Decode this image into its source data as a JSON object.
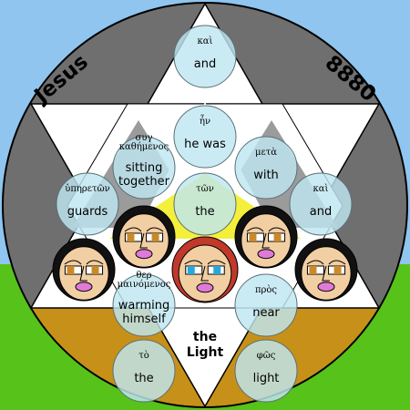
{
  "header": {
    "left_word": "Jesus",
    "right_number": "8880"
  },
  "words": [
    {
      "id": "kai-and-top",
      "greek": "καὶ",
      "english": "and"
    },
    {
      "id": "en-he-was",
      "greek": "ἦν",
      "english": "he was"
    },
    {
      "id": "sugkathemenos",
      "greek": "συγ καθήμενος",
      "english": "sitting together"
    },
    {
      "id": "meta-with",
      "greek": "μετὰ",
      "english": "with"
    },
    {
      "id": "hyperetwn-guards",
      "greek": "ὑπηρετῶν",
      "english": "guards"
    },
    {
      "id": "twn-the",
      "greek": "τῶν",
      "english": "the"
    },
    {
      "id": "kai-and-right",
      "greek": "καὶ",
      "english": "and"
    },
    {
      "id": "thermainomenos",
      "greek": "θερ μαινόμενος",
      "english": "warming himself"
    },
    {
      "id": "pros-near",
      "greek": "πρὸς",
      "english": "near"
    },
    {
      "id": "to-the",
      "greek": "τὸ",
      "english": "the"
    },
    {
      "id": "phws-light",
      "greek": "φῶς",
      "english": "light"
    }
  ],
  "center_caption": [
    "the",
    "Light"
  ],
  "faces": [
    {
      "id": "face-left-far",
      "eye_color": "#c98a2a",
      "hair": "#111111"
    },
    {
      "id": "face-left-near",
      "eye_color": "#c98a2a",
      "hair": "#111111"
    },
    {
      "id": "face-jesus",
      "eye_color": "#2aa7d8",
      "hair": "#c0392b"
    },
    {
      "id": "face-right-near",
      "eye_color": "#c98a2a",
      "hair": "#111111"
    },
    {
      "id": "face-right-far",
      "eye_color": "#c98a2a",
      "hair": "#111111"
    }
  ],
  "colors": {
    "sky": "#8fc5ef",
    "grass": "#56c21a",
    "disk_gray": "#6f6f6f",
    "fire": "#c79018",
    "bubble": "#bfe6f2",
    "skin": "#f2cfa3",
    "lips": "#e07ad7"
  }
}
